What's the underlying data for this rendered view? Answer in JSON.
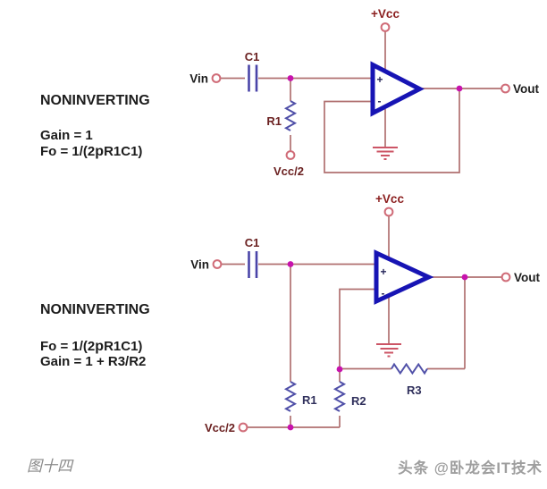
{
  "figure": {
    "type": "op-amp circuit schematic, two noninverting single-supply amplifier stages"
  },
  "palette": {
    "background": "#ffffff",
    "wire": "#b07070",
    "opamp_blue": "#1714b4",
    "component_blue": "#5050a8",
    "capacitor_blue": "#4a44a8",
    "junction_magenta": "#c713ad",
    "terminal_pink": "#d06c78",
    "ground_red": "#cc5566",
    "label_maroon": "#6b2121",
    "vcc_dark_red": "#8b1f1f",
    "label_navy": "#30305c",
    "text_black": "#1c1c1c",
    "caption_gray": "#8a8a8a",
    "watermark_gray": "#9e9e9e"
  },
  "top_block": {
    "title": "NONINVERTING",
    "gain": "Gain = 1",
    "fo_prefix": "Fo = 1/(2",
    "fo_pi": "p",
    "fo_suffix": "R1C1)"
  },
  "top_circuit": {
    "vcc_label": "+Vcc",
    "vin_label": "Vin",
    "vout_label": "Vout",
    "c1_label": "C1",
    "r1_label": "R1",
    "vcc_half_label": "Vcc/2",
    "plus_pin": "+",
    "minus_pin": "-"
  },
  "bottom_block": {
    "title": "NONINVERTING",
    "fo_prefix": "Fo = 1/(2",
    "fo_pi": "p",
    "fo_suffix": "R1C1)",
    "gain": "Gain = 1 + R3/R2"
  },
  "bottom_circuit": {
    "vcc_label": "+Vcc",
    "vin_label": "Vin",
    "vout_label": "Vout",
    "c1_label": "C1",
    "r1_label": "R1",
    "r2_label": "R2",
    "r3_label": "R3",
    "vcc_half_label": "Vcc/2",
    "plus_pin": "+",
    "minus_pin": "-"
  },
  "footer": {
    "caption": "图十四",
    "watermark": "头条 @卧龙会IT技术"
  }
}
